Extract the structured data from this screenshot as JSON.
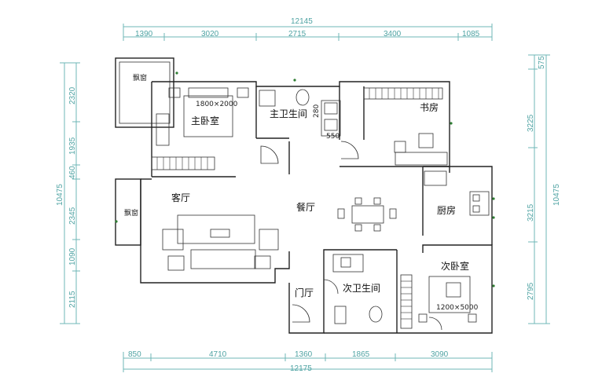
{
  "plan": {
    "top_dims": {
      "total": "12145",
      "segments": [
        "1390",
        "3020",
        "2715",
        "3400",
        "1085"
      ]
    },
    "bottom_dims": {
      "total": "12175",
      "segments": [
        "850",
        "4710",
        "1360",
        "1865",
        "3090"
      ]
    },
    "left_dims": {
      "total": "10475",
      "segments": [
        "2320",
        "1935",
        "460",
        "2345",
        "1090",
        "2115"
      ]
    },
    "right_dims": {
      "total": "10475",
      "segments": [
        "575",
        "3225",
        "3215",
        "2795"
      ]
    },
    "rooms": {
      "bay_window_top": "飘窗",
      "master_bedroom": "主卧室",
      "master_bath": "主卫生间",
      "study": "书房",
      "living_room": "客厅",
      "bay_window_living": "飘窗",
      "dining_room": "餐厅",
      "kitchen": "厨房",
      "second_bath": "次卫生间",
      "second_bedroom": "次卧室",
      "entry": "门厅"
    },
    "bed_labels": {
      "master": "1800×2000",
      "second": "1200×5000"
    },
    "misc_labels": {
      "bath_dim_a": "550",
      "bath_dim_b": "280"
    },
    "colors": {
      "dimension": "#4fa3a3",
      "wall": "#222222",
      "window_marker": "#2e7d32"
    }
  }
}
